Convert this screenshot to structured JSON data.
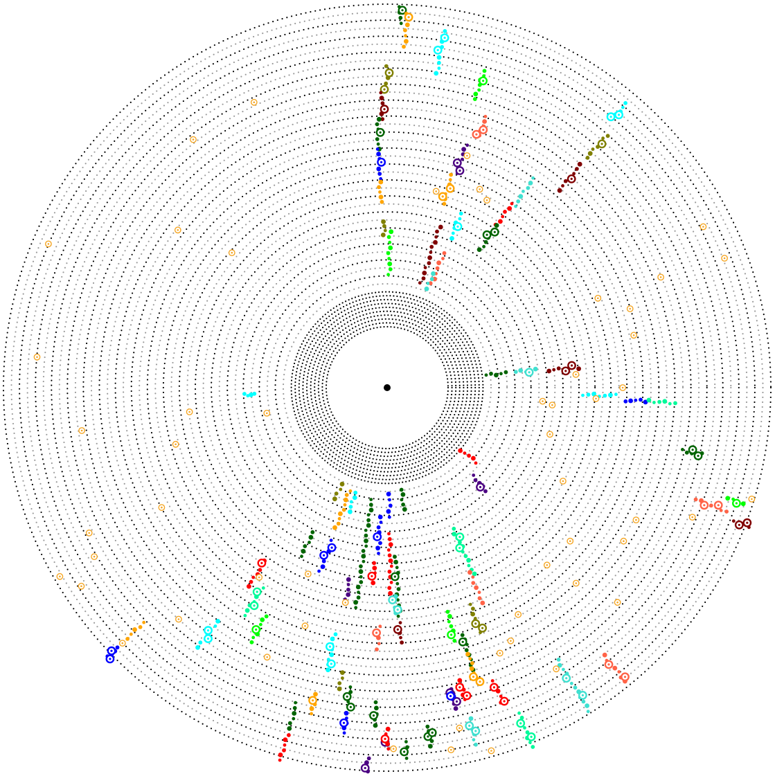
{
  "diagram": {
    "kind": "circular-genome-track-plot",
    "background_color": "#ffffff",
    "ring_colors": {
      "primary": "#000000",
      "secondary": "#9a9a9a"
    },
    "marker_styles": [
      "filled-dot",
      "ring-with-center-dot"
    ],
    "center_marker_color": "#000000",
    "scatter_marker_color": "#f5a623",
    "palette": {
      "dark_green": "#006400",
      "orange": "#ffa500",
      "cyan": "#00ffff",
      "olive": "#808000",
      "maroon": "#800000",
      "lime": "#00ff00",
      "blue": "#0000ff",
      "red": "#ff0000",
      "tomato": "#ff6347",
      "indigo": "#4b0082",
      "turquoise": "#40e0d0",
      "spring_green": "#00fa9a"
    },
    "tracks": [
      {
        "color": "#006400",
        "angle": -88,
        "r0": 0.93,
        "r1": 0.98,
        "ring": [
          0.97
        ]
      },
      {
        "color": "#ffa500",
        "angle": -87,
        "r0": 0.86,
        "r1": 0.96,
        "ring": [
          0.95
        ]
      },
      {
        "color": "#00ffff",
        "angle": -81,
        "r0": 0.79,
        "r1": 0.92,
        "ring": [
          0.9,
          0.86
        ]
      },
      {
        "color": "#808000",
        "angle": -90,
        "r0": 0.73,
        "r1": 0.8,
        "ring": [
          0.78,
          0.73
        ]
      },
      {
        "color": "#800000",
        "angle": -91,
        "r0": 0.64,
        "r1": 0.72,
        "ring": [
          0.67
        ]
      },
      {
        "color": "#006400",
        "angle": -92,
        "r0": 0.55,
        "r1": 0.64,
        "ring": [
          0.6
        ]
      },
      {
        "color": "#0000ff",
        "angle": -92,
        "r0": 0.46,
        "r1": 0.55,
        "ring": [
          0.51
        ]
      },
      {
        "color": "#ffa500",
        "angle": -92,
        "r0": 0.39,
        "r1": 0.45,
        "ring": []
      },
      {
        "color": "#808000",
        "angle": -91,
        "r0": 0.29,
        "r1": 0.33,
        "ring": []
      },
      {
        "color": "#00ff00",
        "angle": -89,
        "r0": 0.17,
        "r1": 0.3,
        "ring": []
      },
      {
        "color": "#00ff00",
        "angle": -73,
        "r0": 0.74,
        "r1": 0.83,
        "ring": [
          0.8
        ]
      },
      {
        "color": "#ff6347",
        "angle": -70,
        "r0": 0.64,
        "r1": 0.7,
        "ring": [
          0.66,
          0.64
        ]
      },
      {
        "color": "#4b0082",
        "angle": -72,
        "r0": 0.51,
        "r1": 0.6,
        "ring": [
          0.52,
          0.54
        ]
      },
      {
        "color": "#ffa500",
        "angle": -73,
        "r0": 0.41,
        "r1": 0.5,
        "ring": [
          0.46,
          0.43
        ]
      },
      {
        "color": "#00ffff",
        "angle": -67,
        "r0": 0.32,
        "r1": 0.4,
        "ring": [
          0.36
        ]
      },
      {
        "color": "#800000",
        "angle": -72,
        "r0": 0.16,
        "r1": 0.34,
        "ring": []
      },
      {
        "color": "#ff6347",
        "angle": -67,
        "r0": 0.17,
        "r1": 0.27,
        "ring": []
      },
      {
        "color": "#40e0d0",
        "angle": -68,
        "r0": 0.15,
        "r1": 0.2,
        "ring": []
      },
      {
        "color": "#00ffff",
        "angle": -50,
        "r0": 0.89,
        "r1": 0.95,
        "ring": [
          0.91,
          0.89
        ]
      },
      {
        "color": "#808000",
        "angle": -49,
        "r0": 0.75,
        "r1": 0.84,
        "ring": [
          0.81
        ]
      },
      {
        "color": "#800000",
        "angle": -49,
        "r0": 0.62,
        "r1": 0.72,
        "ring": [
          0.67
        ]
      },
      {
        "color": "#40e0d0",
        "angle": -55,
        "r0": 0.5,
        "r1": 0.6,
        "ring": []
      },
      {
        "color": "#ff0000",
        "angle": -56,
        "r0": 0.42,
        "r1": 0.5,
        "ring": []
      },
      {
        "color": "#006400",
        "angle": -56,
        "r0": 0.33,
        "r1": 0.42,
        "ring": [
          0.4,
          0.38
        ]
      },
      {
        "color": "#006400",
        "angle": -7,
        "r0": 0.13,
        "r1": 0.19,
        "ring": []
      },
      {
        "color": "#40e0d0",
        "angle": -7,
        "r0": 0.22,
        "r1": 0.28,
        "ring": [
          0.26
        ]
      },
      {
        "color": "#800000",
        "angle": -6,
        "r0": 0.32,
        "r1": 0.41,
        "ring": [
          0.37,
          0.39
        ]
      },
      {
        "color": "#00ffff",
        "angle": 2,
        "r0": 0.42,
        "r1": 0.52,
        "ring": []
      },
      {
        "color": "#0000ff",
        "angle": 3,
        "r0": 0.55,
        "r1": 0.61,
        "ring": []
      },
      {
        "color": "#00fa9a",
        "angle": 3,
        "r0": 0.62,
        "r1": 0.7,
        "ring": []
      },
      {
        "color": "#006400",
        "angle": 12,
        "r0": 0.74,
        "r1": 0.8,
        "ring": [
          0.79,
          0.77
        ]
      },
      {
        "color": "#ff6347",
        "angle": 20,
        "r0": 0.82,
        "r1": 0.92,
        "ring": [
          0.85,
          0.89
        ]
      },
      {
        "color": "#00ff00",
        "angle": 18,
        "r0": 0.91,
        "r1": 0.96,
        "ring": [
          0.94
        ]
      },
      {
        "color": "#800000",
        "angle": 21,
        "r0": 0.95,
        "r1": 1.0,
        "ring": [
          0.97,
          0.99
        ]
      },
      {
        "color": "#00ffff",
        "angle": 177,
        "r0": 0.23,
        "r1": 0.26,
        "ring": []
      },
      {
        "color": "#ff0000",
        "angle": 40,
        "r0": 0.12,
        "r1": 0.18,
        "ring": []
      },
      {
        "color": "#4b0082",
        "angle": 46,
        "r0": 0.2,
        "r1": 0.26,
        "ring": [
          0.24
        ]
      },
      {
        "color": "#00fa9a",
        "angle": 65,
        "r0": 0.3,
        "r1": 0.45,
        "ring": [
          0.36,
          0.33
        ]
      },
      {
        "color": "#ff6347",
        "angle": 66,
        "r0": 0.44,
        "r1": 0.54,
        "ring": []
      },
      {
        "color": "#808000",
        "angle": 69,
        "r0": 0.53,
        "r1": 0.62,
        "ring": [
          0.59,
          0.61
        ]
      },
      {
        "color": "#006400",
        "angle": 73,
        "r0": 0.61,
        "r1": 0.72,
        "ring": [
          0.63
        ]
      },
      {
        "color": "#ffa500",
        "angle": 73,
        "r0": 0.67,
        "r1": 0.76,
        "ring": [
          0.74,
          0.76
        ]
      },
      {
        "color": "#ff0000",
        "angle": 70,
        "r0": 0.77,
        "r1": 0.84,
        "ring": [
          0.79,
          0.84
        ]
      },
      {
        "color": "#40e0d0",
        "angle": 58,
        "r0": 0.8,
        "r1": 0.98,
        "ring": [
          0.86,
          0.93
        ]
      },
      {
        "color": "#ff6347",
        "angle": 51,
        "r0": 0.87,
        "r1": 0.97,
        "ring": [
          0.9,
          0.96
        ]
      },
      {
        "color": "#00fa9a",
        "angle": 68,
        "r0": 0.89,
        "r1": 1.0,
        "ring": [
          0.92,
          0.97
        ]
      },
      {
        "color": "#006400",
        "angle": 82,
        "r0": 0.14,
        "r1": 0.2,
        "ring": []
      },
      {
        "color": "#0000ff",
        "angle": 89,
        "r0": 0.15,
        "r1": 0.22,
        "ring": []
      },
      {
        "color": "#ff0000",
        "angle": 89,
        "r0": 0.27,
        "r1": 0.45,
        "ring": []
      },
      {
        "color": "#006400",
        "angle": 87,
        "r0": 0.34,
        "r1": 0.52,
        "ring": [
          0.4
        ]
      },
      {
        "color": "#40e0d0",
        "angle": 88,
        "r0": 0.46,
        "r1": 0.51,
        "ring": [
          0.47,
          0.5
        ]
      },
      {
        "color": "#800000",
        "angle": 87,
        "r0": 0.54,
        "r1": 0.6,
        "ring": [
          0.56
        ]
      },
      {
        "color": "#00ff00",
        "angle": 75,
        "r0": 0.53,
        "r1": 0.62,
        "ring": [
          0.6
        ]
      },
      {
        "color": "#0000ff",
        "angle": 93,
        "r0": 0.22,
        "r1": 0.33,
        "ring": [
          0.28
        ]
      },
      {
        "color": "#006400",
        "angle": 98,
        "r0": 0.17,
        "r1": 0.5,
        "ring": []
      },
      {
        "color": "#ff0000",
        "angle": 94,
        "r0": 0.36,
        "r1": 0.42,
        "ring": [
          0.4
        ]
      },
      {
        "color": "#4b0082",
        "angle": 101,
        "r0": 0.42,
        "r1": 0.48,
        "ring": []
      },
      {
        "color": "#ff6347",
        "angle": 92,
        "r0": 0.55,
        "r1": 0.62,
        "ring": [
          0.57
        ]
      },
      {
        "color": "#00ffff",
        "angle": 102,
        "r0": 0.59,
        "r1": 0.7,
        "ring": [
          0.63,
          0.68
        ]
      },
      {
        "color": "#808000",
        "angle": 99,
        "r0": 0.7,
        "r1": 0.75,
        "ring": []
      },
      {
        "color": "#006400",
        "angle": 97,
        "r0": 0.74,
        "r1": 0.8,
        "ring": [
          0.77,
          0.8
        ]
      },
      {
        "color": "#006400",
        "angle": 92,
        "r0": 0.78,
        "r1": 0.85,
        "ring": [
          0.82
        ]
      },
      {
        "color": "#0000ff",
        "angle": 97,
        "r0": 0.82,
        "r1": 0.88,
        "ring": [
          0.85
        ]
      },
      {
        "color": "#4b0082",
        "angle": 90,
        "r0": 0.88,
        "r1": 0.92,
        "ring": [
          0.9
        ]
      },
      {
        "color": "#4b0082",
        "angle": 93,
        "r0": 0.95,
        "r1": 0.99,
        "ring": [
          0.98
        ]
      },
      {
        "color": "#ff0000",
        "angle": 90,
        "r0": 0.86,
        "r1": 0.92,
        "ring": [
          0.89
        ]
      },
      {
        "color": "#006400",
        "angle": 87,
        "r0": 0.9,
        "r1": 0.95,
        "ring": [
          0.93
        ]
      },
      {
        "color": "#4b0082",
        "angle": 78,
        "r0": 0.76,
        "r1": 0.82,
        "ring": [
          0.77,
          0.8
        ]
      },
      {
        "color": "#ff0000",
        "angle": 76,
        "r0": 0.74,
        "r1": 0.8,
        "ring": [
          0.76,
          0.79
        ]
      },
      {
        "color": "#0000ff",
        "angle": 78,
        "r0": 0.77,
        "r1": 0.79,
        "ring": [
          0.78
        ]
      },
      {
        "color": "#006400",
        "angle": 83,
        "r0": 0.86,
        "r1": 0.92,
        "ring": [
          0.89,
          0.88
        ]
      },
      {
        "color": "#40e0d0",
        "angle": 76,
        "r0": 0.86,
        "r1": 0.94,
        "ring": [
          0.88,
          0.9
        ]
      },
      {
        "color": "#ffa500",
        "angle": 110,
        "r0": 0.16,
        "r1": 0.28,
        "ring": []
      },
      {
        "color": "#00ffff",
        "angle": 107,
        "r0": 0.16,
        "r1": 0.22,
        "ring": []
      },
      {
        "color": "#808000",
        "angle": 115,
        "r0": 0.15,
        "r1": 0.2,
        "ring": []
      },
      {
        "color": "#0000ff",
        "angle": 110,
        "r0": 0.32,
        "r1": 0.42,
        "ring": [
          0.37,
          0.34
        ]
      },
      {
        "color": "#006400",
        "angle": 117,
        "r0": 0.32,
        "r1": 0.4,
        "ring": []
      },
      {
        "color": "#ff0000",
        "angle": 125,
        "r0": 0.47,
        "r1": 0.56,
        "ring": [
          0.48
        ]
      },
      {
        "color": "#00fa9a",
        "angle": 122,
        "r0": 0.54,
        "r1": 0.64,
        "ring": [
          0.56,
          0.6
        ]
      },
      {
        "color": "#00ff00",
        "angle": 118,
        "r0": 0.61,
        "r1": 0.7,
        "ring": [
          0.66
        ]
      },
      {
        "color": "#00ffff",
        "angle": 126,
        "r0": 0.7,
        "r1": 0.8,
        "ring": [
          0.74,
          0.76
        ]
      },
      {
        "color": "#ffa500",
        "angle": 136,
        "r0": 0.85,
        "r1": 0.92,
        "ring": []
      },
      {
        "color": "#0000ff",
        "angle": 136,
        "r0": 0.96,
        "r1": 1.0,
        "ring": [
          0.98,
          1.0
        ]
      },
      {
        "color": "#ffa500",
        "angle": 103,
        "r0": 0.78,
        "r1": 0.84,
        "ring": [
          0.8
        ]
      },
      {
        "color": "#006400",
        "angle": 106,
        "r0": 0.82,
        "r1": 0.9,
        "ring": []
      },
      {
        "color": "#ff0000",
        "angle": 106,
        "r0": 0.92,
        "r1": 1.0,
        "ring": []
      }
    ],
    "scatter": [
      [
        0.78,
        -128
      ],
      [
        0.62,
        -143
      ],
      [
        0.94,
        -157
      ],
      [
        0.89,
        -175
      ],
      [
        0.76,
        172
      ],
      [
        0.49,
        165
      ],
      [
        0.6,
        152
      ],
      [
        0.93,
        147
      ],
      [
        0.97,
        150
      ],
      [
        0.83,
        154
      ],
      [
        0.85,
        150
      ],
      [
        0.45,
        -139
      ],
      [
        0.78,
        -115
      ],
      [
        0.2,
        168
      ],
      [
        0.43,
        173
      ],
      [
        0.44,
        113
      ],
      [
        0.52,
        124
      ],
      [
        0.77,
        132
      ],
      [
        0.94,
        136
      ],
      [
        0.59,
        109
      ],
      [
        0.49,
        101
      ],
      [
        0.72,
        114
      ],
      [
        0.92,
        89
      ],
      [
        0.34,
        16
      ],
      [
        0.43,
        28
      ],
      [
        0.55,
        40
      ],
      [
        0.68,
        33
      ],
      [
        0.68,
        28
      ],
      [
        0.65,
        46
      ],
      [
        0.55,
        48
      ],
      [
        0.68,
        64
      ],
      [
        0.7,
        67
      ],
      [
        0.62,
        60
      ],
      [
        0.82,
        59
      ],
      [
        0.78,
        43
      ],
      [
        0.83,
        23
      ],
      [
        0.98,
        17
      ],
      [
        0.59,
        -12
      ],
      [
        0.6,
        -18
      ],
      [
        0.52,
        -23
      ],
      [
        0.4,
        -4
      ],
      [
        0.3,
        5
      ],
      [
        0.33,
        6
      ],
      [
        0.46,
        3
      ],
      [
        0.54,
        0
      ],
      [
        0.72,
        -22
      ],
      [
        0.92,
        -21
      ],
      [
        0.9,
        -27
      ],
      [
        0.57,
        -71
      ],
      [
        0.44,
        -76
      ],
      [
        0.47,
        -62
      ],
      [
        0.49,
        -65
      ],
      [
        0.97,
        74
      ],
      [
        0.94,
        80
      ],
      [
        0.88,
        78
      ]
    ]
  }
}
